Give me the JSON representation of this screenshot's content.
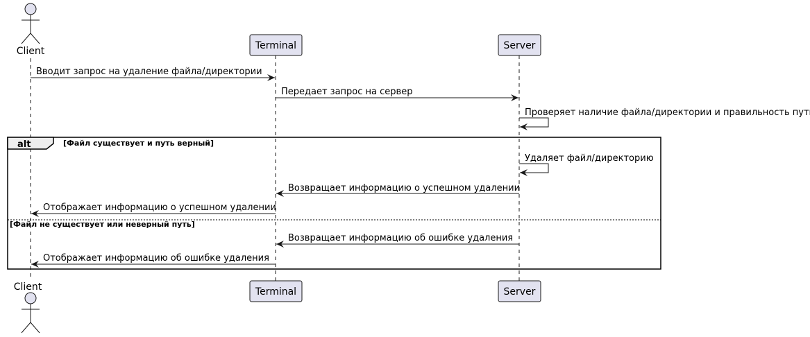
{
  "participants": {
    "client": "Client",
    "terminal": "Terminal",
    "server": "Server"
  },
  "messages": {
    "m1": "Вводит запрос на удаление файла/директории",
    "m2": "Передает запрос на сервер",
    "m3": "Проверяет наличие файла/директории и правильность пути",
    "m4": "Удаляет файл/директорию",
    "m5": "Возвращает информацию о успешном удалении",
    "m6": "Отображает информацию о успешном удалении",
    "m7": "Возвращает информацию об ошибке удаления",
    "m8": "Отображает информацию об ошибке удаления"
  },
  "alt": {
    "label": "alt",
    "guard1": "[Файл существует и путь верный]",
    "guard2": "[Файл не существует или неверный путь]"
  },
  "colors": {
    "participant_fill": "#e2e2f0",
    "participant_stroke": "#181818",
    "line": "#181818",
    "alt_header_fill": "#eeeeee"
  }
}
